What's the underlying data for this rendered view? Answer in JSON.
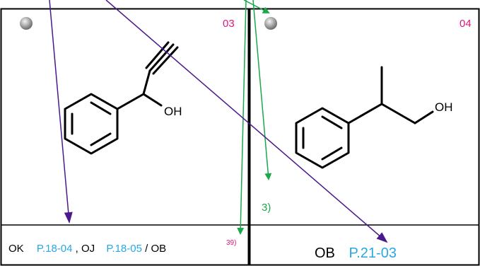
{
  "panels": [
    {
      "number": "03",
      "oh_label": "OH",
      "caption": {
        "parts": [
          {
            "text": "OK",
            "kind": "plain"
          },
          {
            "text": "P.18-04",
            "kind": "ref"
          },
          {
            "text": ", OJ",
            "kind": "plain"
          },
          {
            "text": "P.18-05",
            "kind": "ref"
          },
          {
            "text": " / OB",
            "kind": "plain"
          },
          {
            "text": "39)",
            "kind": "sup"
          }
        ]
      }
    },
    {
      "number": "04",
      "oh_label": "OH",
      "caption": {
        "parts": [
          {
            "text": "OB",
            "kind": "plain"
          },
          {
            "text": "P.21-03",
            "kind": "ref"
          }
        ]
      }
    }
  ],
  "annotation": {
    "label": "3)"
  },
  "colors": {
    "number": "#e0177a",
    "ref": "#29a8e0",
    "green_arrow": "#1aa84a",
    "purple_arrow": "#4a1a8c",
    "border": "#000000"
  }
}
